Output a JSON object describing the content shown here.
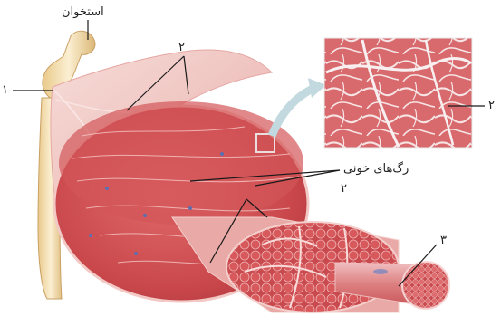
{
  "labels": {
    "bone": "استخوان",
    "tendon_num": "۱",
    "connective_num_top": "۲",
    "connective_num_right": "۲",
    "connective_num_mid": "۲",
    "blood_vessels": "رگ‌های خونی",
    "fiber_num": "۳"
  },
  "colors": {
    "muscle": "#c9474b",
    "muscle_light": "#e07a78",
    "fascia": "#f2c9c6",
    "bone": "#f0d9a6",
    "leader": "#1a1a1a",
    "arrow": "#b9d3dc"
  }
}
